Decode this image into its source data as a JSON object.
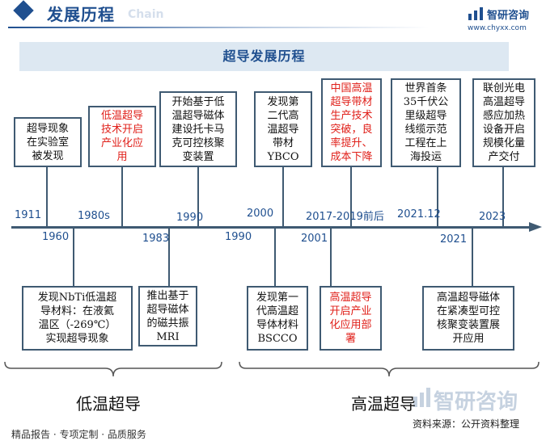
{
  "header": {
    "title": "发展历程",
    "subtitle": "Chain",
    "brand_name": "智研咨询",
    "brand_url": "www.chyxx.com"
  },
  "banner": {
    "title": "超导发展历程"
  },
  "timeline": {
    "top_years": {
      "y1911": "1911",
      "y1980s": "1980s",
      "y1990": "1990",
      "y2000": "2000",
      "y2017": "2017-2019前后",
      "y2021_12": "2021.12",
      "y2023": "2023"
    },
    "bottom_years": {
      "y1960": "1960",
      "y1983": "1983",
      "y1990": "1990",
      "y2001": "2001",
      "y2021": "2021"
    },
    "top_events": {
      "e1911": "超导现象\n在实验室\n被发现",
      "e1980s": "低温超导\n技术开启\n产业化应\n用",
      "e1990": "开始基于低\n温超导磁体\n建设托卡马\n克可控核聚\n变装置",
      "e2000": "发现第\n二代高\n温超导\n带材\nYBCO",
      "e2017": "中国高温\n超导带材\n生产技术\n突破，良\n率提升、\n成本下降",
      "e2021_12": "世界首条\n35千伏公\n里级超导\n线缆示范\n工程在上\n海投运",
      "e2023": "联创光电\n高温超导\n感应加热\n设备开启\n规模化量\n产交付"
    },
    "bottom_events": {
      "e1960": "发现NbTi低温超\n导材料：在液氦\n温区（-269℃）\n实现超导现象",
      "e1983": "推出基于\n超导磁体\n的磁共振\nMRI",
      "e1990": "发现第一\n代高温超\n导体材料\nBSCCO",
      "e2001": "高温超导\n开启产业\n化应用部\n署",
      "e2021": "高温超导磁体\n在紧凑型可控\n核聚变装置展\n开应用"
    }
  },
  "categories": {
    "low_temp": "低温超导",
    "high_temp": "高温超导"
  },
  "watermark": "智研咨询",
  "source": "资料来源：公开资料整理",
  "footer": "精品报告 · 专项定制 · 品质服务",
  "colors": {
    "primary": "#1f4f8f",
    "line": "#3f5a72",
    "highlight": "#e0201a",
    "banner_bg": "#dde8f2"
  }
}
